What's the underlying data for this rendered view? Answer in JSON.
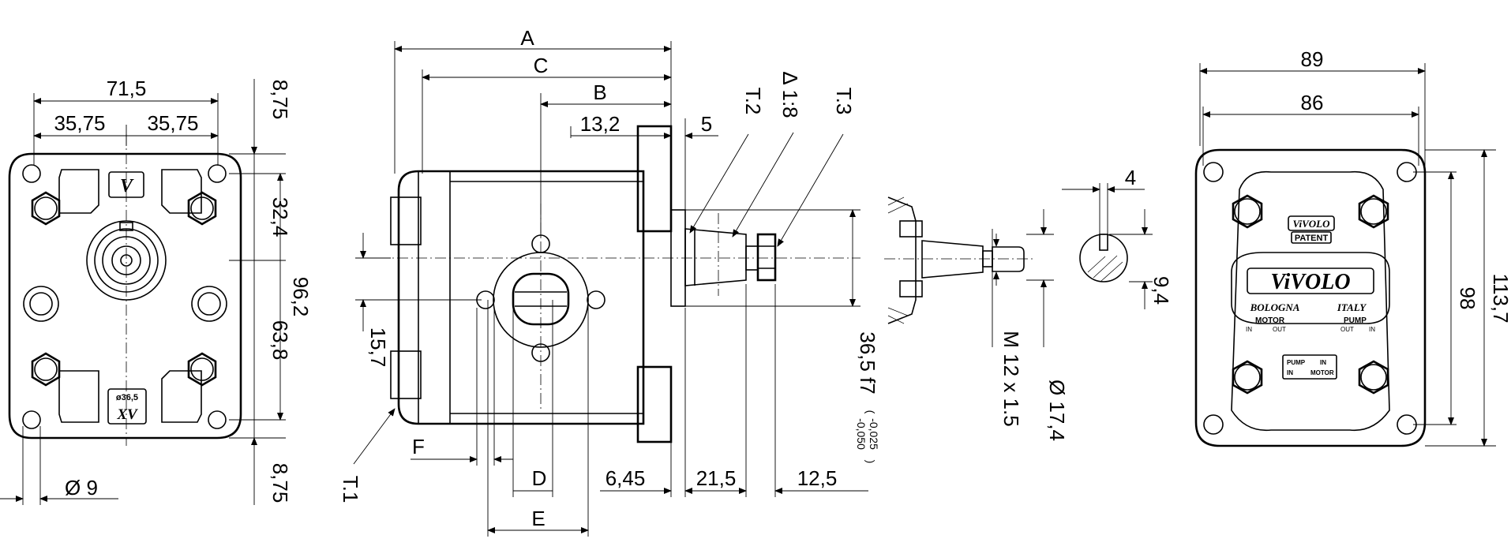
{
  "dims_front": {
    "w71_5": "71,5",
    "w35_75_left": "35,75",
    "w35_75_right": "35,75",
    "h8_75_top": "8,75",
    "h32_4": "32,4",
    "h96_2": "96,2",
    "h63_8": "63,8",
    "h8_75_bottom": "8,75",
    "hole_dia": "Ø 9"
  },
  "front_plate": {
    "logo_top": "V",
    "size_label": "ø36,5",
    "logo_bottom": "XV"
  },
  "dims_side": {
    "A": "A",
    "B": "B",
    "C": "C",
    "D": "D",
    "E": "E",
    "F": "F",
    "v13_2": "13,2",
    "v5": "5",
    "T1": "T.1",
    "T2": "T.2",
    "T3": "T.3",
    "taper": "Δ 1:8",
    "h15_7": "15,7",
    "v6_45": "6,45",
    "v21_5": "21,5",
    "v12_5": "12,5",
    "pilot": "36,5 f7",
    "tol_upper": "-0,025",
    "tol_lower": "-0,050",
    "tol_open": "(",
    "tol_close": ")"
  },
  "dims_shaft": {
    "thread": "M 12 x 1.5",
    "dia17_4": "Ø 17,4",
    "key_w": "4",
    "key_h": "9,4"
  },
  "dims_rear": {
    "w89": "89",
    "w86": "86",
    "h98": "98",
    "h113_7": "113,7"
  },
  "rear_plate": {
    "brand_small": "ViVOLO",
    "patent": "PATENT",
    "brand_big": "ViVOLO",
    "city": "BOLOGNA",
    "country": "ITALY",
    "motor": "MOTOR",
    "pump": "PUMP",
    "in_out_left": "IN",
    "out_left": "OUT",
    "out_right": "OUT",
    "in_right": "IN",
    "flow_pump": "PUMP",
    "flow_in_top": "IN",
    "flow_in_bottom": "IN",
    "flow_motor": "MOTOR"
  }
}
